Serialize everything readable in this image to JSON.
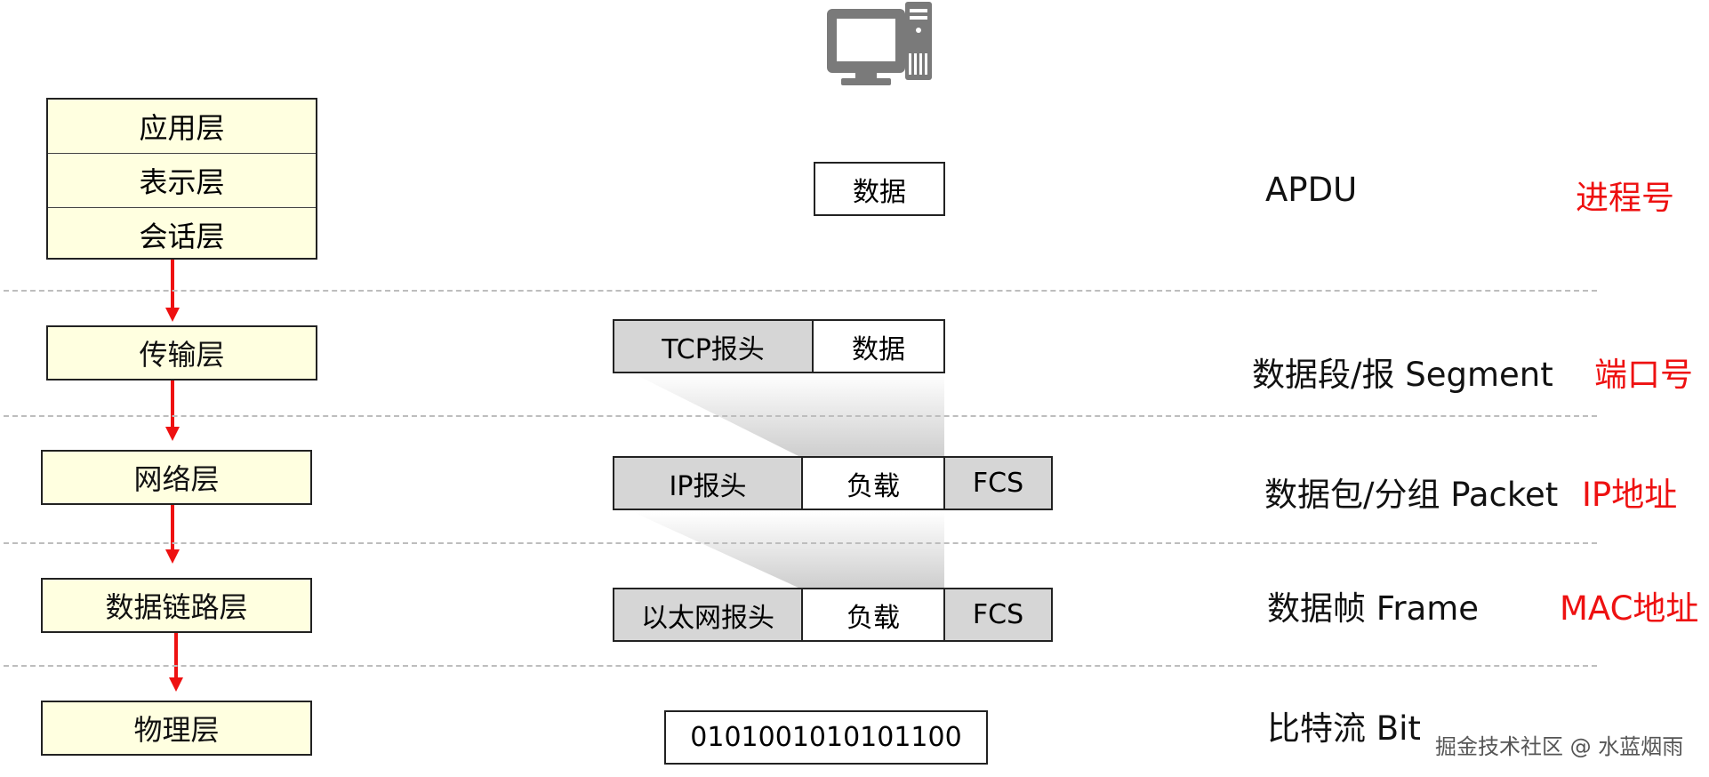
{
  "layers": {
    "application": "应用层",
    "presentation": "表示层",
    "session": "会话层",
    "transport": "传输层",
    "network": "网络层",
    "datalink": "数据链路层",
    "physical": "物理层"
  },
  "packets": {
    "apdu_data": "数据",
    "tcp_header": "TCP报头",
    "tcp_data": "数据",
    "ip_header": "IP报头",
    "ip_payload": "负载",
    "ip_fcs": "FCS",
    "eth_header": "以太网报头",
    "eth_payload": "负载",
    "eth_fcs": "FCS",
    "bits": "0101001010101100"
  },
  "units": {
    "apdu": "APDU",
    "segment": "数据段/报 Segment",
    "packet": "数据包/分组 Packet",
    "frame": "数据帧 Frame",
    "bit": "比特流 Bit"
  },
  "addressing": {
    "process": "进程号",
    "port": "端口号",
    "ip": "IP地址",
    "mac": "MAC地址"
  },
  "watermark": "掘金技术社区 @ 水蓝烟雨",
  "icons": [
    "computer-icon"
  ],
  "colors": {
    "layer_fill": "#ffffe0",
    "header_fill": "#d6d6d6",
    "arrow": "#ee1111",
    "address_text": "#ee1111"
  }
}
